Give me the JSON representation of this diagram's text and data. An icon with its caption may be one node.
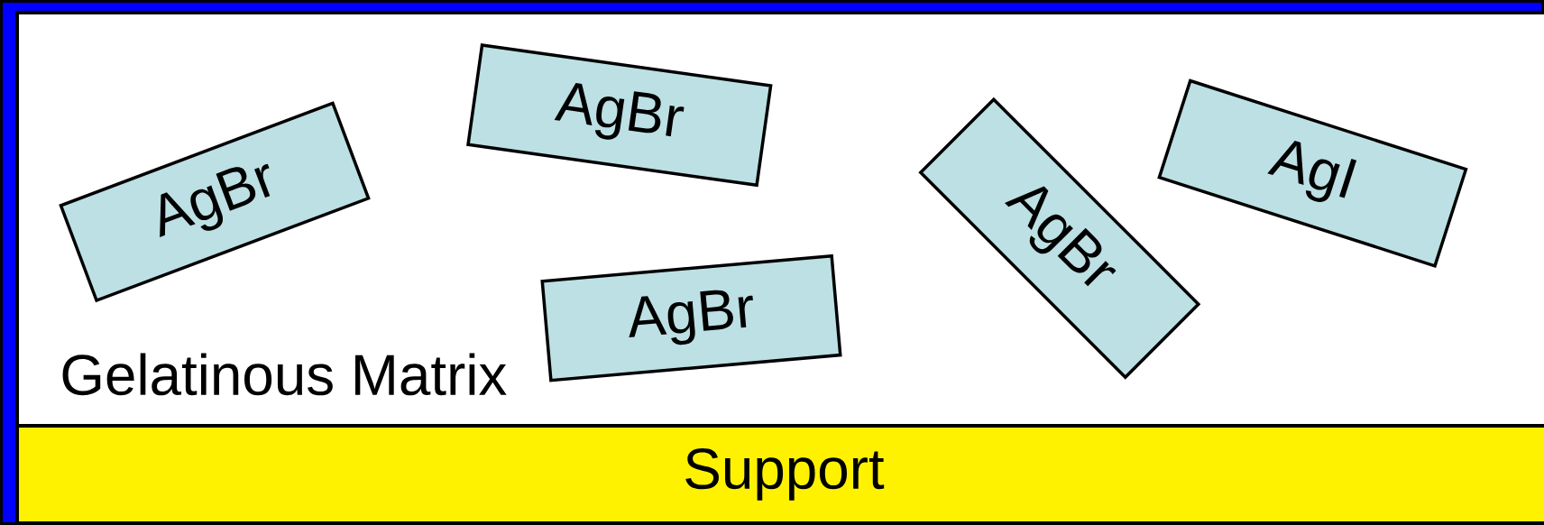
{
  "diagram": {
    "nodes": [
      {
        "text": [
          "Gelatinous Matrix"
        ]
      },
      {
        "text": [
          "AgBr"
        ],
        "in": 0
      },
      {
        "text": [
          "AgBr"
        ],
        "in": 0
      },
      {
        "text": [
          "AgBr"
        ],
        "in": 0
      },
      {
        "text": [
          "AgBr"
        ],
        "in": 0
      },
      {
        "text": [
          "AgI"
        ],
        "in": 0
      },
      {
        "text": [
          "Support"
        ]
      }
    ]
  }
}
